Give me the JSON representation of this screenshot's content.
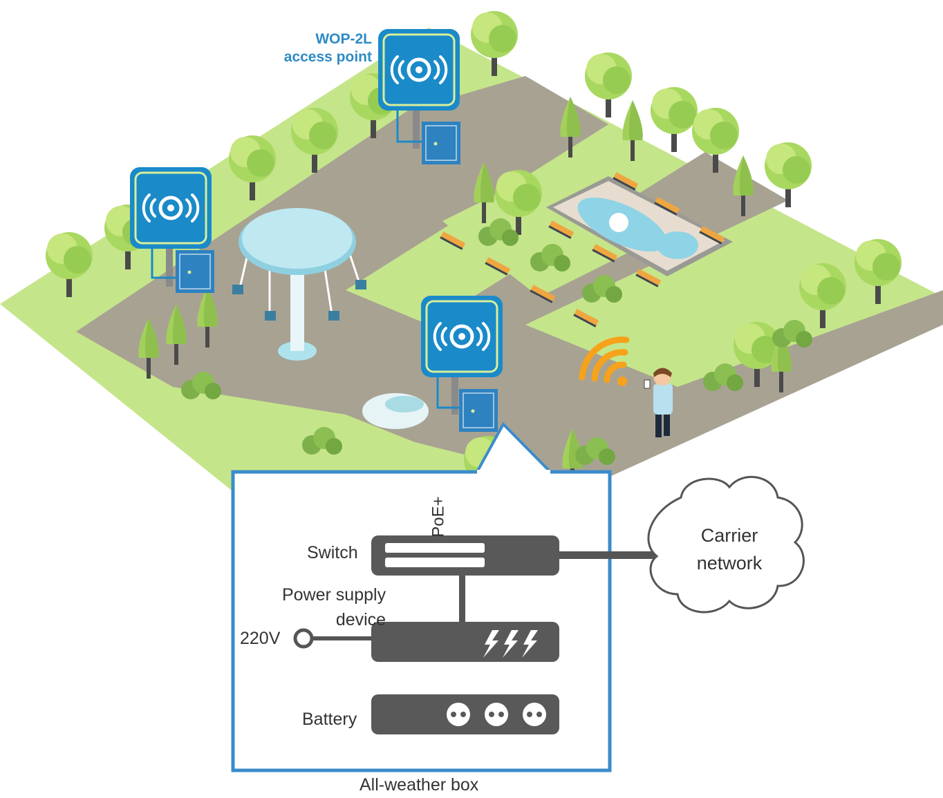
{
  "access_point": {
    "title_line1": "WOP-2L",
    "title_line2": "access point"
  },
  "box": {
    "poe_label": "PoE+",
    "switch_label": "Switch",
    "power_label_line1": "Power supply",
    "power_label_line2": "device",
    "voltage_label": "220V",
    "battery_label": "Battery",
    "caption": "All-weather box"
  },
  "cloud": {
    "line1": "Carrier",
    "line2": "network"
  },
  "colors": {
    "grass": "#c5e58a",
    "path": "#a8a293",
    "ap_blue": "#1a8ac9",
    "frame_blue": "#3a8ccc",
    "device_gray": "#5a5a5a",
    "wifi_orange": "#f6a21a",
    "tree_green": "#9fd65a"
  },
  "icons": [
    "wifi-signal-icon",
    "lightning-icon",
    "battery-cell-icon",
    "door-icon",
    "access-point-icon"
  ]
}
